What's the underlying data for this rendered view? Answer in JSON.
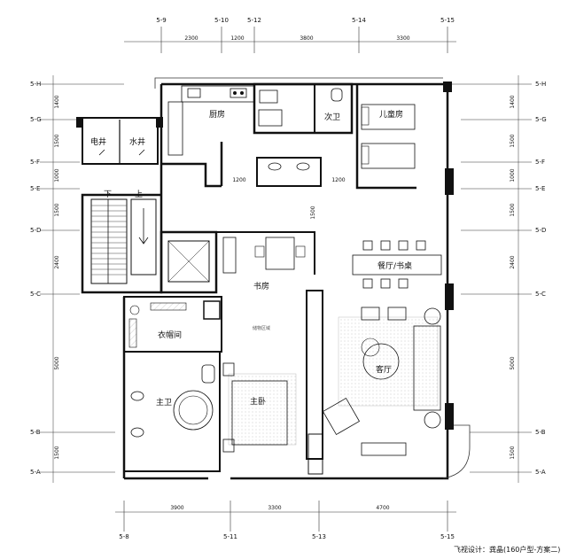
{
  "top_axes": [
    "5-9",
    "5-10",
    "5-12",
    "5-14",
    "5-15"
  ],
  "top_dims": [
    "2300",
    "1200",
    "3800",
    "3300"
  ],
  "bottom_axes": [
    "5-8",
    "5-11",
    "5-13",
    "5-15"
  ],
  "bottom_dims": [
    "3900",
    "3300",
    "4700"
  ],
  "row_axes": [
    "5-H",
    "5-G",
    "5-F",
    "5-E",
    "5-D",
    "5-C",
    "5-B",
    "5-A"
  ],
  "row_dims": [
    "1400",
    "1500",
    "1000",
    "1500",
    "2400",
    "5000",
    "1500"
  ],
  "inner_dims": [
    "1200",
    "1200",
    "1500"
  ],
  "rooms": {
    "kitchen": "厨房",
    "second_bath": "次卫",
    "kids_room": "儿童房",
    "elec_shaft": "电井",
    "water_shaft": "水井",
    "dining": "餐厅/书桌",
    "study": "书房",
    "closet": "衣帽间",
    "living": "客厅",
    "master_bath": "主卫",
    "master_bed": "主卧"
  },
  "stair": {
    "down": "下",
    "up": "上"
  },
  "study_note": "储物区域",
  "footer": "飞视设计：龚晶(160户型-方案二)",
  "colors": {
    "wall": "#111111",
    "hatch": "#999999",
    "rug": "#ececec"
  }
}
